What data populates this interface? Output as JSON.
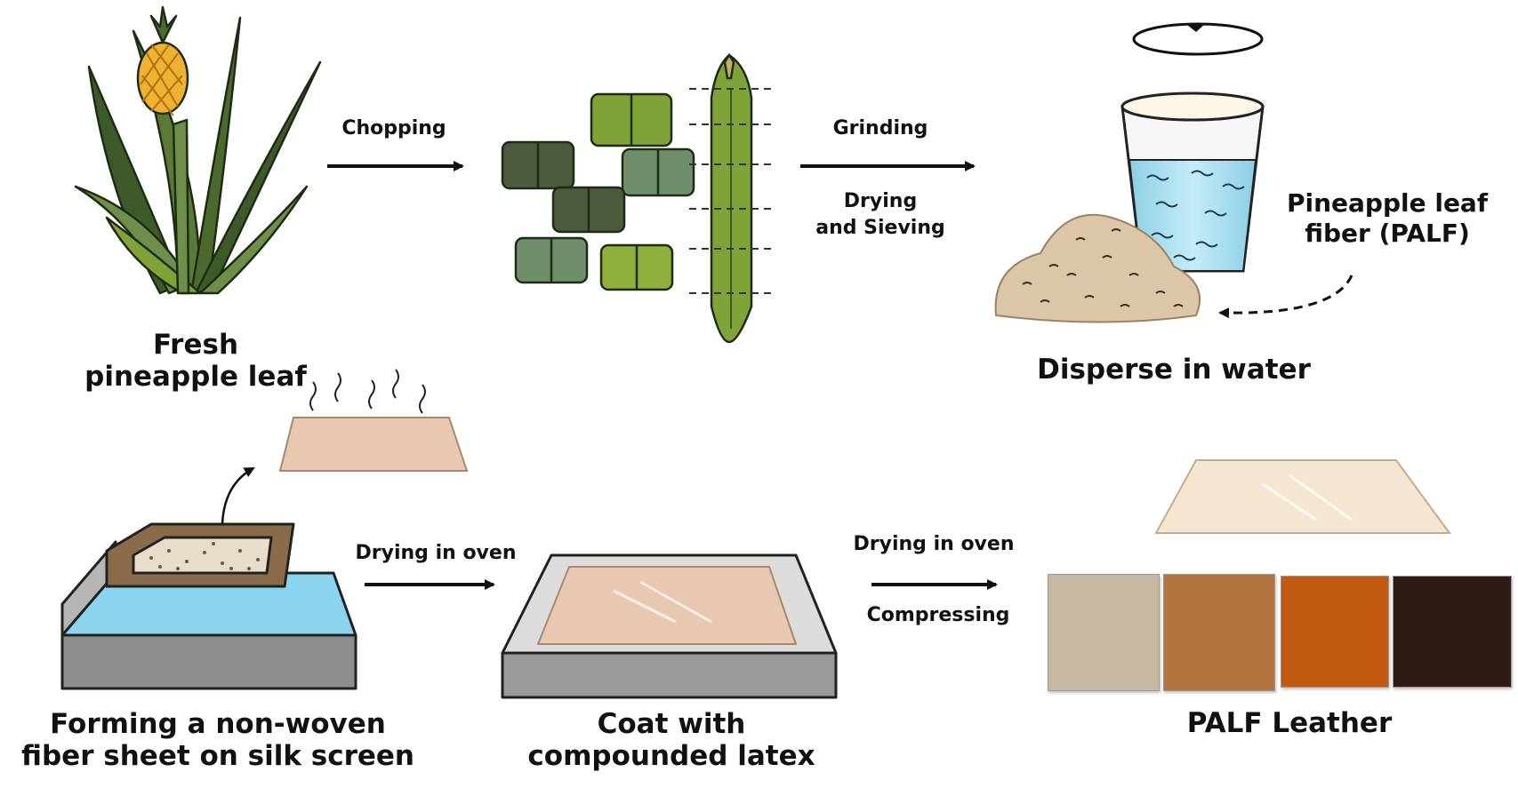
{
  "labels": {
    "fresh_leaf_line1": "Fresh",
    "fresh_leaf_line2": "pineapple leaf",
    "chopping": "Chopping",
    "grinding": "Grinding",
    "drying_line1": "Drying",
    "drying_line2": "and Sieving",
    "palf_line1": "Pineapple leaf",
    "palf_line2": "fiber (PALF)",
    "disperse": "Disperse in water",
    "forming_line1": "Forming a non-woven",
    "forming_line2": "fiber sheet on silk screen",
    "drying_oven_1": "Drying in oven",
    "coat_line1": "Coat with",
    "coat_line2": "compounded latex",
    "drying_oven_2": "Drying in oven",
    "compressing": "Compressing",
    "palf_leather": "PALF Leather"
  },
  "colors": {
    "leaf_dark": "#3f5a2a",
    "leaf_green": "#7fa337",
    "leaf_grey": "#6f8e6a",
    "pineapple": "#f0b030",
    "water": "#a8def0",
    "fiber_pile": "#d9c3a6",
    "sheet": "#e8c8b0",
    "tray": "#9a9a9a",
    "leather_1": "#c7b8a2",
    "leather_2": "#b4743e",
    "leather_3": "#c25a12",
    "leather_4": "#2f1b16"
  },
  "icons": [
    "pineapple-plant-icon",
    "leaf-pieces-icon",
    "glass-of-water-icon",
    "fiber-pile-icon",
    "silk-screen-tray-icon",
    "latex-tray-icon",
    "leather-sheet-icon",
    "leather-swatches-icon"
  ]
}
